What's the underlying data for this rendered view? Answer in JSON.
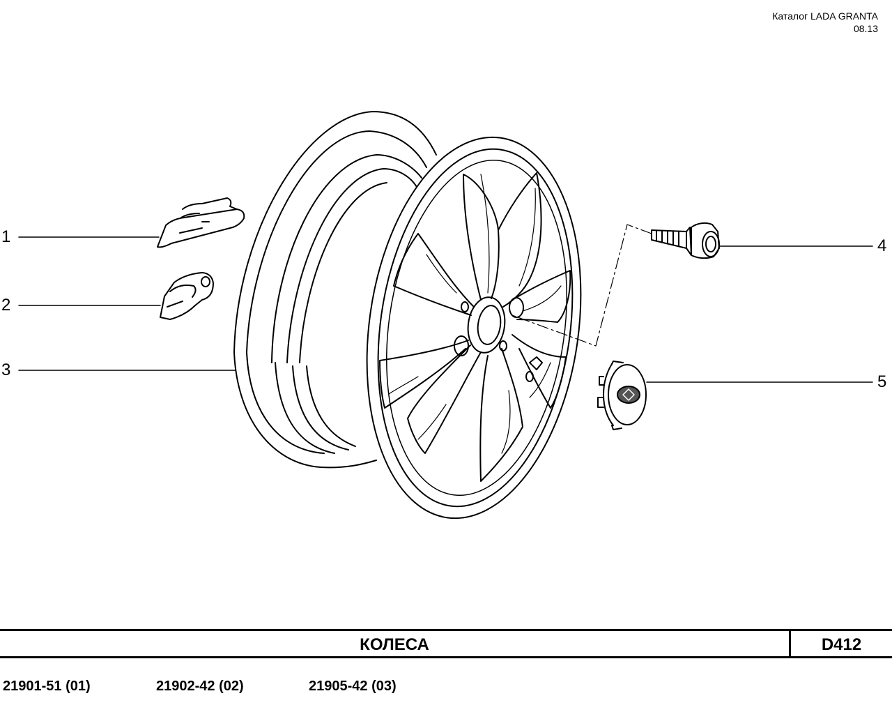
{
  "header": {
    "catalog": "Каталог  LADA  GRANTA",
    "date": "08.13"
  },
  "callouts": [
    {
      "num": "1",
      "part": "balance-weight-clip"
    },
    {
      "num": "2",
      "part": "balance-weight-adhesive"
    },
    {
      "num": "3",
      "part": "wheel-rim"
    },
    {
      "num": "4",
      "part": "wheel-bolt"
    },
    {
      "num": "5",
      "part": "center-cap"
    }
  ],
  "footer": {
    "title": "КОЛЕСА",
    "code": "D412",
    "models": [
      "21901-51 (01)",
      "21902-42 (02)",
      "21905-42 (03)"
    ]
  }
}
